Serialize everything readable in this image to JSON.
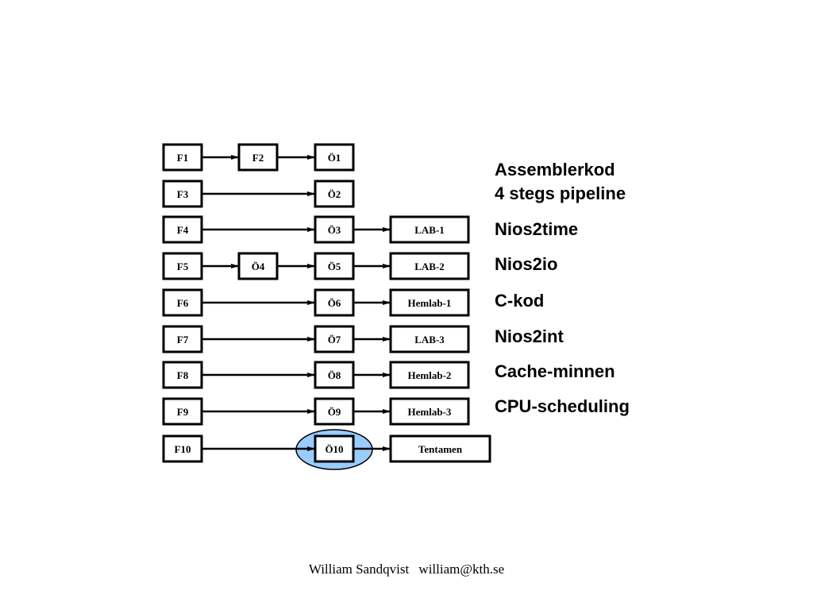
{
  "diagram": {
    "nodes": {
      "F1": "F1",
      "F2": "F2",
      "O1": "Ö1",
      "F3": "F3",
      "O2": "Ö2",
      "F4": "F4",
      "O3": "Ö3",
      "L1": "LAB-1",
      "F5": "F5",
      "O4": "Ö4",
      "O5": "Ö5",
      "L2": "LAB-2",
      "F6": "F6",
      "O6": "Ö6",
      "H1": "Hemlab-1",
      "F7": "F7",
      "O7": "Ö7",
      "L3": "LAB-3",
      "F8": "F8",
      "O8": "Ö8",
      "H2": "Hemlab-2",
      "F9": "F9",
      "O9": "Ö9",
      "H3": "Hemlab-3",
      "F10": "F10",
      "O10": "Ö10",
      "T": "Tentamen"
    },
    "highlight_color": "#99ccff"
  },
  "topics": [
    "Assemblerkod",
    "4 stegs pipeline",
    "Nios2time",
    "Nios2io",
    "C-kod",
    "Nios2int",
    "Cache-minnen",
    "CPU-scheduling"
  ],
  "footer": {
    "author": "William Sandqvist",
    "email": "william@kth.se"
  }
}
